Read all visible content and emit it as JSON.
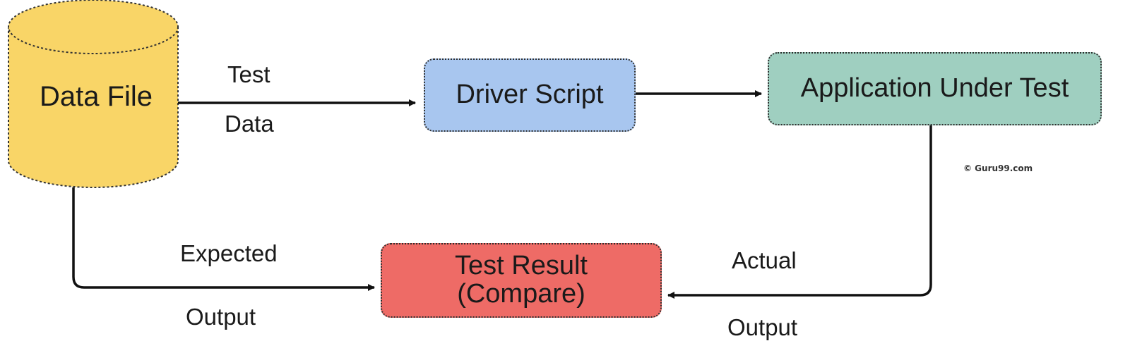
{
  "diagram": {
    "data_file": {
      "label": "Data File",
      "color": "#f9d567"
    },
    "driver_script": {
      "label": "Driver Script",
      "color": "#a8c6ef"
    },
    "application_under_test": {
      "label": "Application Under Test",
      "color": "#9fcfc0"
    },
    "test_result": {
      "line1": "Test Result",
      "line2": "(Compare)",
      "color": "#ee6b66"
    },
    "edge_labels": {
      "test_data_top": "Test",
      "test_data_bottom": "Data",
      "expected_top": "Expected",
      "expected_bottom": "Output",
      "actual_top": "Actual",
      "actual_bottom": "Output"
    },
    "watermark": "© Guru99.com"
  }
}
